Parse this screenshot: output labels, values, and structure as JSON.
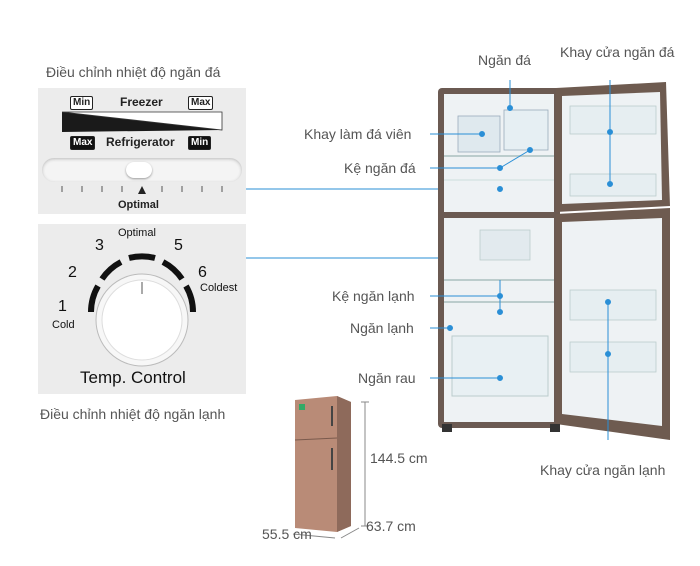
{
  "captions": {
    "freezer_control": "Điều chỉnh nhiệt độ ngăn đá",
    "fridge_control": "Điều chỉnh nhiệt độ ngăn lạnh"
  },
  "freezer_panel": {
    "min_top": "Min",
    "freezer": "Freezer",
    "max_top": "Max",
    "max_bottom": "Max",
    "refrigerator": "Refrigerator",
    "min_bottom": "Min",
    "optimal": "Optimal"
  },
  "dial": {
    "numbers": [
      "1",
      "2",
      "3",
      "5",
      "6"
    ],
    "optimal": "Optimal",
    "coldest": "Coldest",
    "cold": "Cold",
    "title": "Temp. Control"
  },
  "callouts": {
    "ngan_da": "Ngăn đá",
    "khay_cua_ngan_da": "Khay cửa ngăn đá",
    "khay_lam_da_vien": "Khay làm đá viên",
    "ke_ngan_da": "Kệ ngăn đá",
    "ke_ngan_lanh": "Kệ ngăn lạnh",
    "ngan_lanh": "Ngăn lạnh",
    "ngan_rau": "Ngăn rau",
    "khay_cua_ngan_lanh": "Khay cửa ngăn lạnh"
  },
  "dimensions": {
    "height": "144.5 cm",
    "width": "55.5 cm",
    "depth": "63.7 cm"
  },
  "colors": {
    "accent_line": "#2a8fd6",
    "panel_bg": "#ececec",
    "fridge_body": "#6b5a52",
    "fridge_interior": "#eef2f4"
  }
}
